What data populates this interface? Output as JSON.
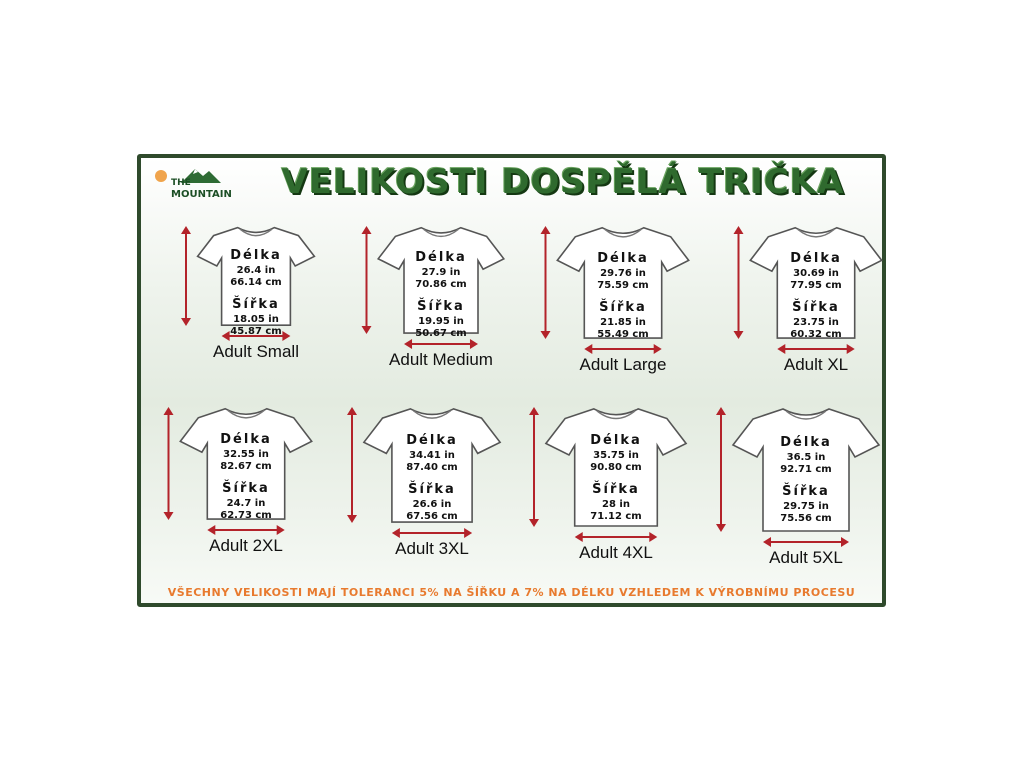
{
  "brand": {
    "line1": "THE",
    "line2": "MOUNTAIN"
  },
  "title": "VELIKOSTI DOSPĚLÁ TRIČKA",
  "length_label": "Délka",
  "width_label": "Šířka",
  "note": "VŠECHNY VELIKOSTI MAJÍ TOLERANCI 5% NA ŠÍŘKU A 7% NA DÉLKU VZHLEDEM K VÝROBNÍMU PROCESU",
  "colors": {
    "title": "#2f6a2e",
    "border": "#2f4a2c",
    "arrow": "#b3232a",
    "note": "#e87a2e"
  },
  "sizes": [
    {
      "name": "Adult Small",
      "len_in": "26.4 in",
      "len_cm": "66.14 cm",
      "wid_in": "18.05 in",
      "wid_cm": "45.87 cm"
    },
    {
      "name": "Adult Medium",
      "len_in": "27.9 in",
      "len_cm": "70.86 cm",
      "wid_in": "19.95 in",
      "wid_cm": "50.67 cm"
    },
    {
      "name": "Adult Large",
      "len_in": "29.76 in",
      "len_cm": "75.59 cm",
      "wid_in": "21.85 in",
      "wid_cm": "55.49 cm"
    },
    {
      "name": "Adult XL",
      "len_in": "30.69 in",
      "len_cm": "77.95 cm",
      "wid_in": "23.75 in",
      "wid_cm": "60.32 cm"
    },
    {
      "name": "Adult 2XL",
      "len_in": "32.55 in",
      "len_cm": "82.67 cm",
      "wid_in": "24.7 in",
      "wid_cm": "62.73 cm"
    },
    {
      "name": "Adult 3XL",
      "len_in": "34.41 in",
      "len_cm": "87.40 cm",
      "wid_in": "26.6 in",
      "wid_cm": "67.56 cm"
    },
    {
      "name": "Adult 4XL",
      "len_in": "35.75 in",
      "len_cm": "90.80 cm",
      "wid_in": "28 in",
      "wid_cm": "71.12 cm"
    },
    {
      "name": "Adult 5XL",
      "len_in": "36.5 in",
      "len_cm": "92.71 cm",
      "wid_in": "29.75 in",
      "wid_cm": "75.56 cm"
    }
  ]
}
